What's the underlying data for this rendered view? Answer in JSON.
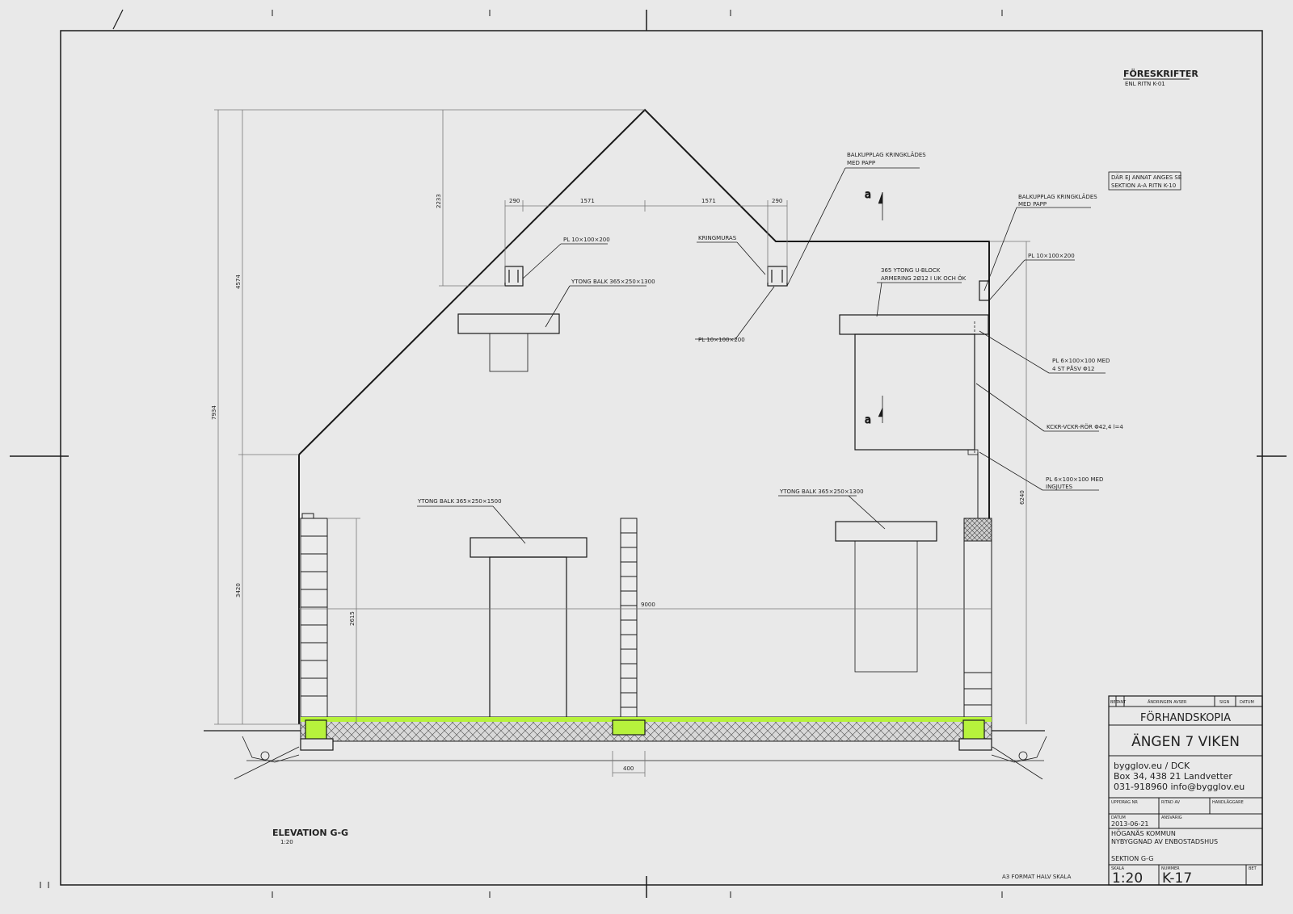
{
  "notes": {
    "foreskrifter": "FÖRESKRIFTER",
    "foreskrifter_sub": "ENL RITN K-01",
    "dar_ej_line1": "DÄR EJ ANNAT ANGES SE",
    "dar_ej_line2": "SEKTION A-A RITN K-10"
  },
  "section_markers": {
    "upper": "a",
    "lower": "a"
  },
  "labels": {
    "balkupplag1_line1": "BALKUPPLAG KRINGKLÄDES",
    "balkupplag1_line2": "MED PAPP",
    "balkupplag2_line1": "BALKUPPLAG KRINGKLÄDES",
    "balkupplag2_line2": "MED PAPP",
    "pl_left": "PL 10×100×200",
    "pl_mid": "PL 10×100×200",
    "pl_right": "PL 10×100×200",
    "kringmuras": "KRINGMURAS",
    "ytong_upper_left": "YTONG BALK 365×250×1300",
    "ytong_lower_left": "YTONG BALK 365×250×1500",
    "ytong_lower_right": "YTONG BALK 365×250×1300",
    "ublock_line1": "365 YTONG U-BLOCK",
    "ublock_line2": "ARMERING 2Ø12 I UK OCH ÖK",
    "pl6_line1": "PL 6×100×100 MED",
    "pl6_line2": "4 ST PÅSV Φ12",
    "kckr": "KCKR-VCKR-RÖR Φ42,4 l=4",
    "pl6b_line1": "PL 6×100×100 MED",
    "pl6b_line2": "INGJUTES"
  },
  "dimensions": {
    "d290_left": "290",
    "d1571_left": "1571",
    "d1571_right": "1571",
    "d290_right": "290",
    "d2233": "2233",
    "d4574": "4574",
    "d7934": "7934",
    "d3420": "3420",
    "d2615": "2615",
    "d6240": "6240",
    "d9000": "9000",
    "d400": "400"
  },
  "elevation": {
    "title": "ELEVATION G-G",
    "scale": "1:20"
  },
  "format_note": "A3 FORMAT HALV SKALA",
  "title_block": {
    "rev_headers": [
      "BET",
      "ANT",
      "ÄNDRINGEN AVSER",
      "SIGN",
      "DATUM"
    ],
    "status": "FÖRHANDSKOPIA",
    "project": "ÄNGEN 7 VIKEN",
    "firm_line1": "bygglov.eu / DCK",
    "firm_line2": "Box 34, 438 21 Landvetter",
    "firm_line3": "031-918960  info@bygglov.eu",
    "uppdrag_label": "UPPDRAG NR",
    "ritad_label": "RITAD AV",
    "handlaggare_label": "HANDLÄGGARE",
    "datum_label": "DATUM",
    "ansvarig_label": "ANSVARIG",
    "date": "2013-06-21",
    "municipality": "HÖGANÄS KOMMUN",
    "description": "NYBYGGNAD AV ENBOSTADSHUS",
    "section": "SEKTION G-G",
    "skala_label": "SKALA",
    "scale": "1:20",
    "nummer_label": "NUMMER",
    "number": "K-17",
    "bet_label": "BET"
  },
  "colors": {
    "ink": "#1a1a1a",
    "paper": "#e9e9e9",
    "insulation": "#b7f23c",
    "thin": "#777777"
  }
}
